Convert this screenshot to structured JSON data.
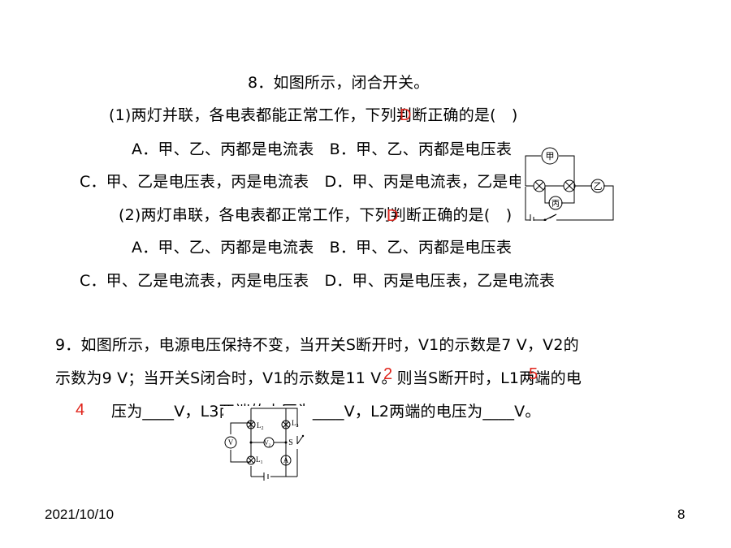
{
  "q8": {
    "title": "8．如图所示，闭合开关。",
    "part1": "(1)两灯并联，各电表都能正常工作，下列判断正确的是(　)",
    "p1_opt_ab": "A．甲、乙、丙都是电流表　B．甲、乙、丙都是电压表",
    "p1_opt_cd": "C．甲、乙是电压表，丙是电流表　D．甲、丙是电流表，乙是电压表",
    "part2": "(2)两灯串联，各电表都正常工作，下列判断正确的是(　)",
    "p2_opt_ab": "A．甲、乙、丙都是电流表　B．甲、乙、丙都是电压表",
    "p2_opt_cd": "C．甲、乙是电流表，丙是电压表　D．甲、丙是电压表，乙是电流表",
    "answer1": "D",
    "answer2": "D",
    "diagram": {
      "meter_jia": "甲",
      "meter_yi": "乙",
      "meter_bing": "丙"
    }
  },
  "q9": {
    "line1": "9．如图所示，电源电压保持不变，当开关S断开时，V1的示数是7 V，V2的",
    "line2": "示数为9 V；当开关S闭合时，V1的示数是11 V。则当S断开时，L1两端的电",
    "line3": "压为____V，L3两端的电压为____V，L2两端的电压为____V。",
    "answer_a": "2",
    "answer_b": "5",
    "answer_c": "4",
    "diagram": {
      "l2": "L",
      "l2_sub": "2",
      "l3": "L",
      "l3_sub": "3",
      "l1": "L",
      "l1_sub": "1",
      "v": "V",
      "v2": "V",
      "v2_sub": "2",
      "s": "S",
      "a": "A"
    }
  },
  "footer": {
    "date": "2021/10/10",
    "page": "8"
  }
}
